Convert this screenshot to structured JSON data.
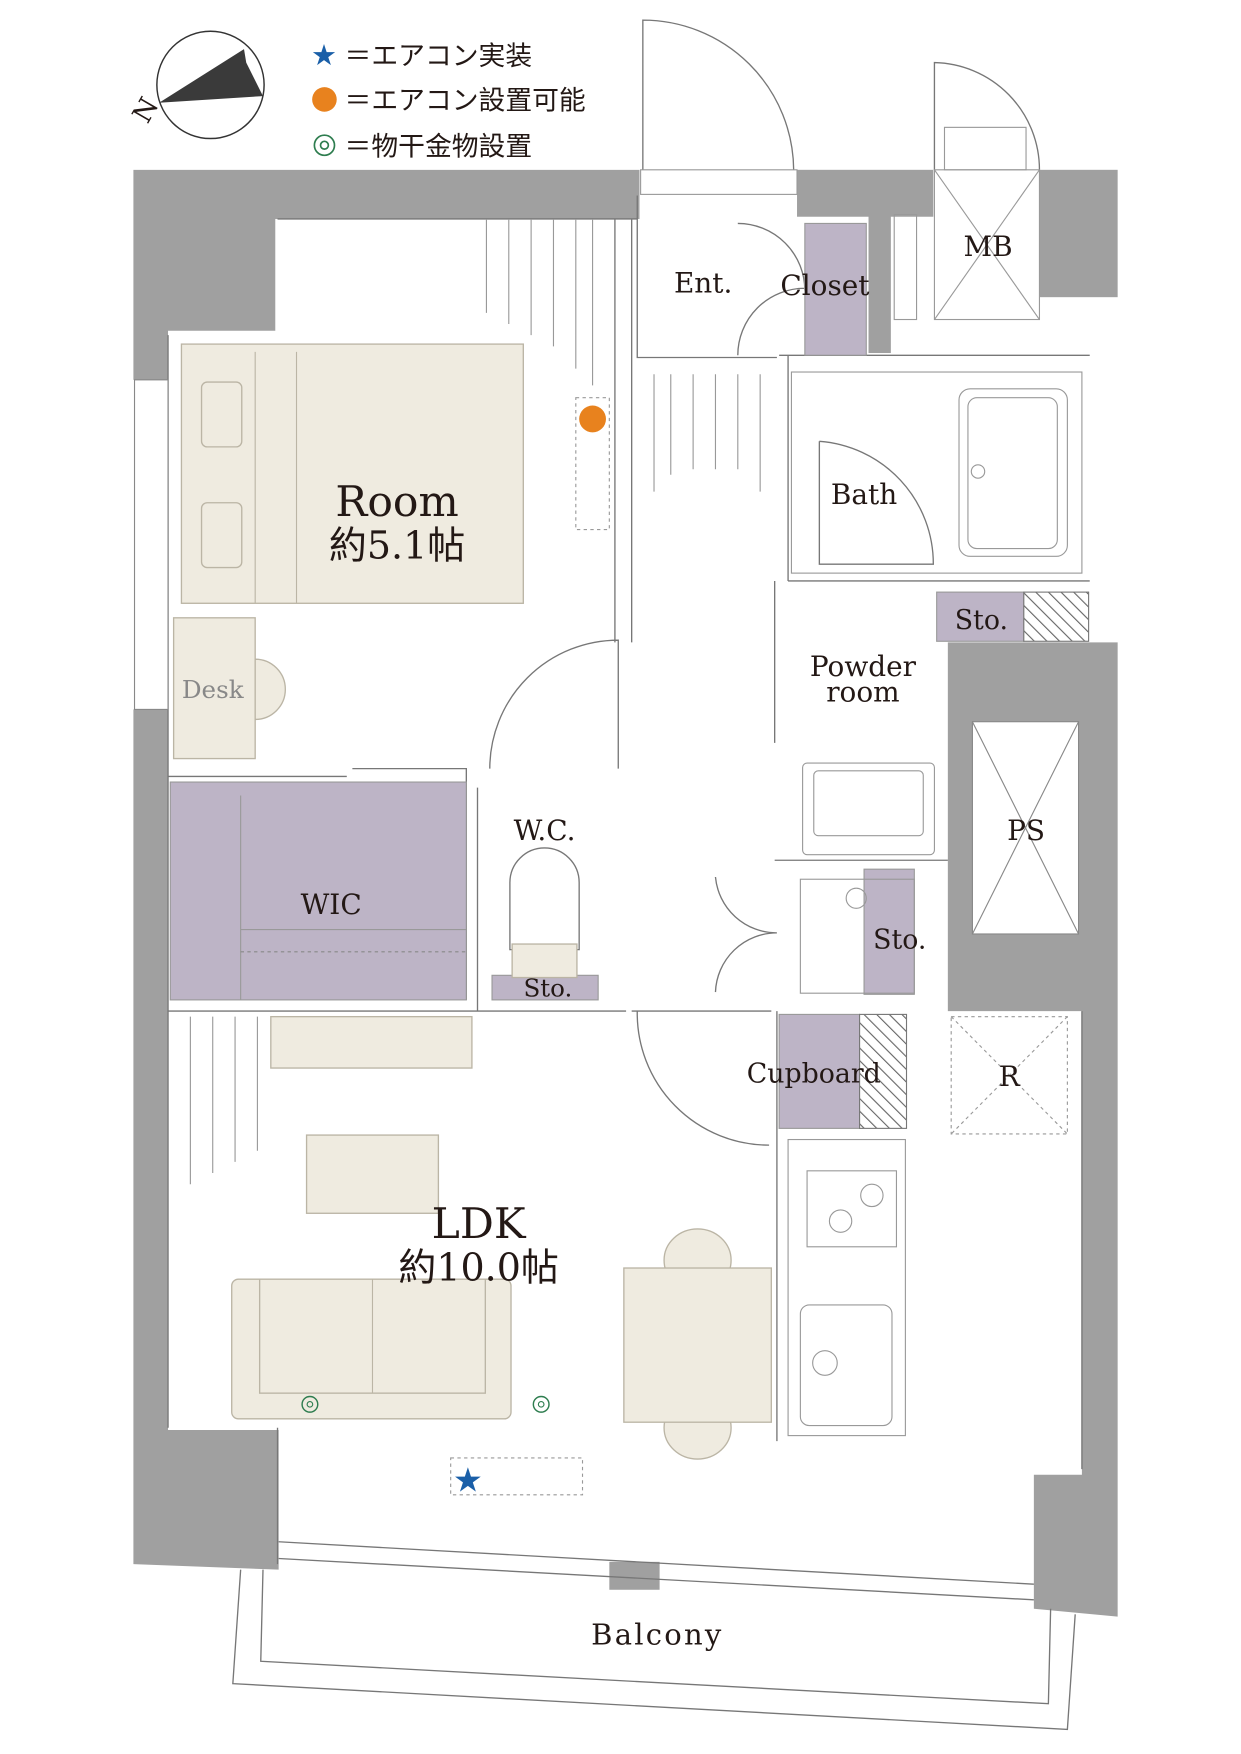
{
  "legend": {
    "items": [
      {
        "icon": "star-icon",
        "color": "#1a5fa8",
        "text": "＝エアコン実装"
      },
      {
        "icon": "dot-icon",
        "color": "#e8821e",
        "text": "＝エアコン設置可能"
      },
      {
        "icon": "double-circle-icon",
        "color": "#2e7d4f",
        "text": "＝物干金物設置"
      }
    ]
  },
  "compass": {
    "label": "N"
  },
  "rooms": {
    "room": {
      "name": "Room",
      "size": "約5.1帖"
    },
    "desk": "Desk",
    "wic": "WIC",
    "wc": "W.C.",
    "wc_storage": "Sto.",
    "entrance": "Ent.",
    "closet": "Closet",
    "mb": "MB",
    "bath": "Bath",
    "bath_storage": "Sto.",
    "powder": {
      "line1": "Powder",
      "line2": "room"
    },
    "ps": "PS",
    "powder_storage": "Sto.",
    "cupboard": "Cupboard",
    "refrigerator": "R",
    "ldk": {
      "name": "LDK",
      "size": "約10.0帖"
    },
    "balcony": "Balcony"
  },
  "colors": {
    "wall": "#a0a0a0",
    "furniture": "#efebe0",
    "storage": "#bdb4c6"
  }
}
